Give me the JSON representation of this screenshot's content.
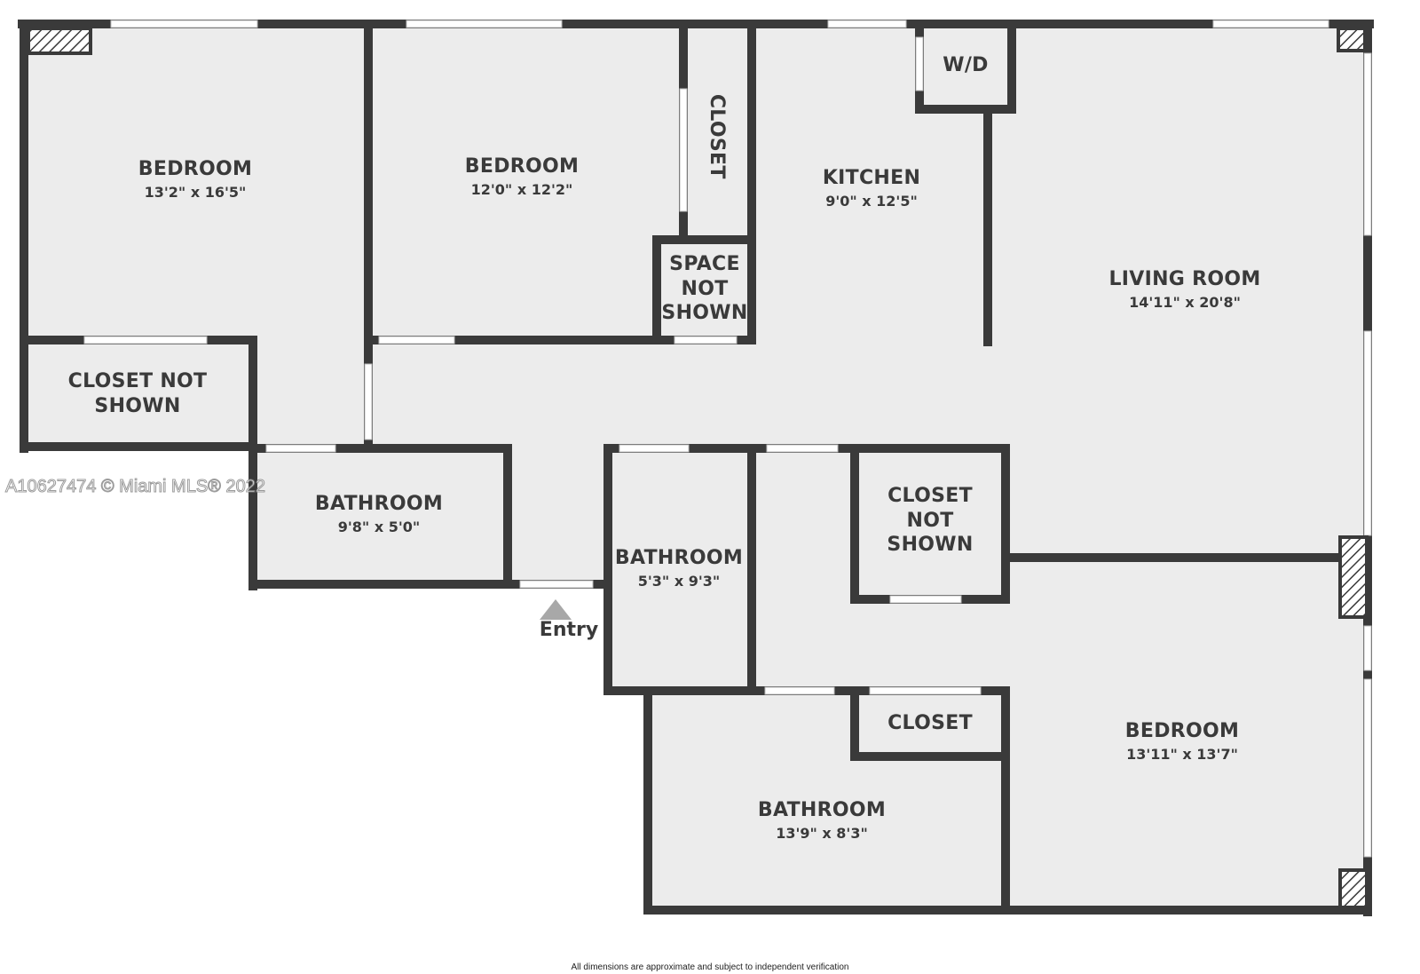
{
  "rooms": {
    "bedroom1": {
      "name": "BEDROOM",
      "dims": "13'2\" x 16'5\""
    },
    "bedroom2": {
      "name": "BEDROOM",
      "dims": "12'0\" x 12'2\""
    },
    "closet_top": {
      "name": "CLOSET"
    },
    "kitchen": {
      "name": "KITCHEN",
      "dims": "9'0\" x 12'5\""
    },
    "wd": {
      "name": "W/D"
    },
    "living": {
      "name": "LIVING ROOM",
      "dims": "14'11\" x 20'8\""
    },
    "space_not_shown": {
      "line1": "SPACE",
      "line2": "NOT",
      "line3": "SHOWN"
    },
    "closet_left": {
      "line1": "CLOSET NOT",
      "line2": "SHOWN"
    },
    "bath1": {
      "name": "BATHROOM",
      "dims": "9'8\" x 5'0\""
    },
    "bath2": {
      "name": "BATHROOM",
      "dims": "5'3\" x 9'3\""
    },
    "closet_mid": {
      "line1": "CLOSET",
      "line2": "NOT",
      "line3": "SHOWN"
    },
    "closet_bottom": {
      "name": "CLOSET"
    },
    "bath3": {
      "name": "BATHROOM",
      "dims": "13'9\" x 8'3\""
    },
    "bedroom3": {
      "name": "BEDROOM",
      "dims": "13'11\" x 13'7\""
    }
  },
  "entry_label": "Entry",
  "watermark": "A10627474 © Miami MLS® 2022",
  "footnote": "All dimensions are approximate and subject to independent verification",
  "colors": {
    "wall": "#3a3a3a",
    "floor": "#ececec",
    "window": "#ffffff",
    "background": "#ffffff"
  }
}
